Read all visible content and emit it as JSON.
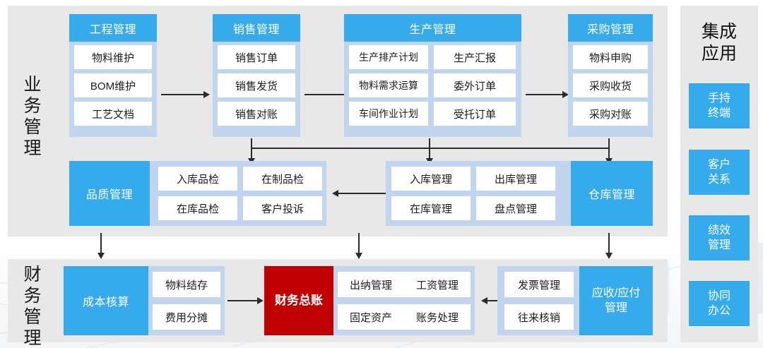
{
  "diagram": {
    "title_hidden": "",
    "colors": {
      "panel_bg": "#e8e8e8",
      "group_bg": "#c1d5ee",
      "accent_blue": "#36abec",
      "accent_red": "#c00000",
      "cell_bg": "#ffffff",
      "text_dark": "#1c1c1c",
      "arrow": "#2b2b2b"
    },
    "sections": {
      "business": {
        "label": "业务管理"
      },
      "finance": {
        "label": "财务管理"
      },
      "integration": {
        "label": "集成\n应用",
        "label_line1": "集成",
        "label_line2": "应用"
      }
    },
    "business_row1": [
      {
        "name": "engineering",
        "header": "工程管理",
        "layout": "single",
        "cells": [
          "物料维护",
          "BOM维护",
          "工艺文档"
        ]
      },
      {
        "name": "sales",
        "header": "销售管理",
        "layout": "single",
        "cells": [
          "销售订单",
          "销售发货",
          "销售对账"
        ]
      },
      {
        "name": "production",
        "header": "生产管理",
        "layout": "double",
        "cells_left": [
          "生产排产计划",
          "物料需求运算",
          "车间作业计划"
        ],
        "cells_right": [
          "生产汇报",
          "委外订单",
          "受托订单"
        ]
      },
      {
        "name": "purchasing",
        "header": "采购管理",
        "layout": "single",
        "cells": [
          "物料申购",
          "采购收货",
          "采购对账"
        ]
      }
    ],
    "business_row2": [
      {
        "name": "quality",
        "header": "品质管理",
        "header_position": "left",
        "cells_left": [
          "入库品检",
          "在库品检"
        ],
        "cells_right": [
          "在制品检",
          "客户投诉"
        ]
      },
      {
        "name": "warehouse",
        "header": "仓库管理",
        "header_position": "right",
        "cells_left": [
          "入库管理",
          "在库管理"
        ],
        "cells_right": [
          "出库管理",
          "盘点管理"
        ]
      }
    ],
    "finance_row": [
      {
        "name": "cost-accounting",
        "header": "成本核算",
        "header_position": "left",
        "cells": [
          "物料结存",
          "费用分摊"
        ]
      },
      {
        "name": "general-ledger",
        "header": "财务总账",
        "style": "red",
        "cells_left": [
          "出纳管理",
          "固定资产"
        ],
        "cells_right": [
          "工资管理",
          "账务处理"
        ]
      },
      {
        "name": "receivable-payable",
        "header_line1": "应收/应付",
        "header_line2": "管理",
        "header_position": "right",
        "cells": [
          "发票管理",
          "往来核销"
        ]
      }
    ],
    "integration_apps": [
      {
        "name": "handheld-terminal",
        "line1": "手持",
        "line2": "终端"
      },
      {
        "name": "customer-relationship",
        "line1": "客户",
        "line2": "关系"
      },
      {
        "name": "performance-management",
        "line1": "绩效",
        "line2": "管理"
      },
      {
        "name": "collaborative-office",
        "line1": "协同",
        "line2": "办公"
      }
    ],
    "connectors": [
      {
        "name": "engineering-to-sales",
        "type": "arrow-right"
      },
      {
        "name": "sales-to-production",
        "type": "arrow-right"
      },
      {
        "name": "production-to-purchasing",
        "type": "arrow-right"
      },
      {
        "name": "row1-to-row2-bus",
        "type": "bus-down"
      },
      {
        "name": "warehouse-to-quality",
        "type": "arrow-left"
      },
      {
        "name": "quality-to-cost",
        "type": "arrow-down"
      },
      {
        "name": "warehouse-to-ledger",
        "type": "arrow-down"
      },
      {
        "name": "warehouse-to-receivable",
        "type": "arrow-down"
      },
      {
        "name": "cost-to-ledger",
        "type": "arrow-right"
      },
      {
        "name": "receivable-to-ledger",
        "type": "arrow-left"
      }
    ]
  }
}
